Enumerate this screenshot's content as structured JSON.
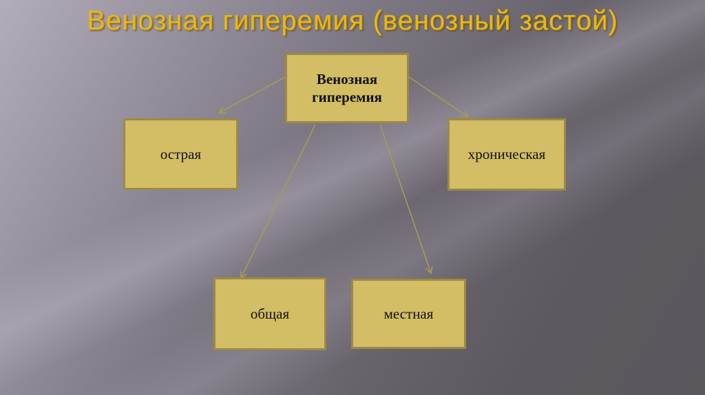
{
  "slide": {
    "title": "Венозная гиперемия (венозный застой)",
    "colors": {
      "title": "#e8b818",
      "box_fill": "#d3bd65",
      "box_border": "#9c8a46",
      "arrow": "#a89a58",
      "background_dark": "#5e5960",
      "background_light": "#b3adba"
    }
  },
  "diagram": {
    "root": {
      "label_line1": "Венозная",
      "label_line2": "гиперемия"
    },
    "nodes": [
      {
        "id": "acute",
        "label": "острая"
      },
      {
        "id": "chronic",
        "label": "хроническая"
      },
      {
        "id": "general",
        "label": "общая"
      },
      {
        "id": "local",
        "label": "местная"
      }
    ],
    "edges": [
      {
        "from": "root",
        "to": "acute"
      },
      {
        "from": "root",
        "to": "chronic"
      },
      {
        "from": "root",
        "to": "general"
      },
      {
        "from": "root",
        "to": "local"
      }
    ]
  }
}
